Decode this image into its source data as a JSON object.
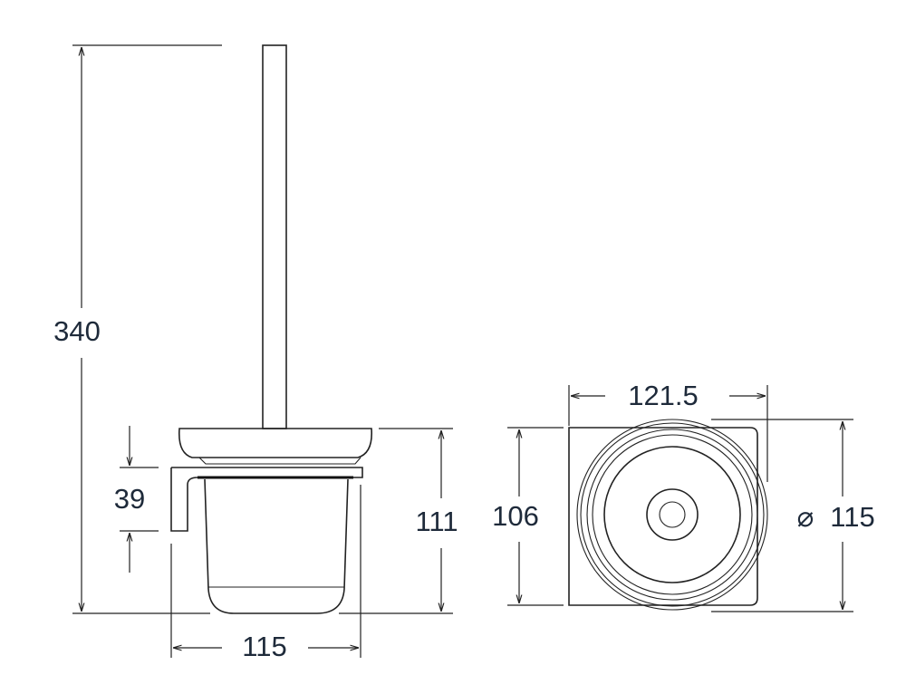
{
  "side_view": {
    "height_total": "340",
    "height_holder": "111",
    "height_bracket": "39",
    "width": "115"
  },
  "top_view": {
    "width": "121.5",
    "depth": "106",
    "diameter_symbol": "⌀",
    "diameter": "115"
  },
  "colors": {
    "line": "#222222",
    "text": "#1e2a3a"
  }
}
